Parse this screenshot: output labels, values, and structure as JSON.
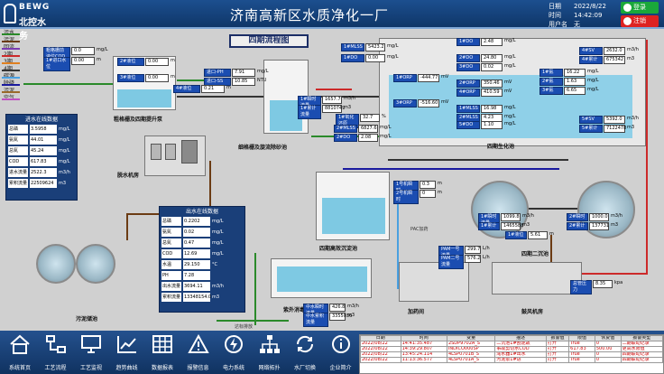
{
  "header": {
    "logo_top": "BEWG",
    "logo_bottom": "北控水务",
    "title": "济南高新区水质净化一厂",
    "date_label": "日期",
    "date": "2022/8/22",
    "time_label": "时间",
    "time": "14:42:09",
    "user_label": "用户名",
    "user": "无",
    "login": "登录",
    "logout": "注销"
  },
  "legend": [
    {
      "label": "污水",
      "color": "#2a8a2a"
    },
    {
      "label": "污泥",
      "color": "#6b3b13"
    },
    {
      "label": "回流",
      "color": "#7b3bb0"
    },
    {
      "label": "2期",
      "color": "#cc2a2a"
    },
    {
      "label": "3期",
      "color": "#e08020"
    },
    {
      "label": "4期",
      "color": "#333333"
    },
    {
      "label": "碳源",
      "color": "#4aa0e0"
    },
    {
      "label": "除磷",
      "color": "#1a1a9e"
    },
    {
      "label": "污泥",
      "color": "#9b6b2b"
    },
    {
      "label": "空气",
      "color": "#c050c0"
    }
  ],
  "flowchart_title": "四期流程图",
  "top_readings": [
    {
      "label": "粗格栅前液位COD",
      "value": "0.0",
      "unit": "mg/L"
    },
    {
      "label": "1#进口水位",
      "value": "0.00",
      "unit": "m"
    },
    {
      "label": "2#液位",
      "value": "0.00",
      "unit": "m"
    },
    {
      "label": "3#液位",
      "value": "0.00",
      "unit": "m"
    },
    {
      "label": "进口-PH",
      "value": "7.91",
      "unit": "mg/L"
    },
    {
      "label": "进口-SS",
      "value": "10.85",
      "unit": "NTU"
    },
    {
      "label": "4#液位",
      "value": "0.21",
      "unit": "m"
    }
  ],
  "mid_readings": [
    {
      "label": "1#MLSS",
      "value": "5423.2",
      "unit": "mg/L"
    },
    {
      "label": "1#DO",
      "value": "0.00",
      "unit": "mg/L"
    },
    {
      "label": "1#瞬时流量",
      "value": "1657.7",
      "unit": "m3/h"
    },
    {
      "label": "1#累计流量",
      "value": "8810749",
      "unit": "m3"
    },
    {
      "label": "1#氧化还原",
      "value": "32.7",
      "unit": "%"
    },
    {
      "label": "2#MLSS",
      "value": "6827.6",
      "unit": "mg/L"
    },
    {
      "label": "2#DO",
      "value": "2.08",
      "unit": "mg/L"
    }
  ],
  "bio_readings": [
    {
      "label": "1#DO",
      "value": "2.48",
      "unit": "mg/L"
    },
    {
      "label": "2#DO",
      "value": "24.80",
      "unit": "mg/L"
    },
    {
      "label": "3#DO",
      "value": "0.02",
      "unit": "mg/L"
    },
    {
      "label": "1#ORP",
      "value": "-444.77",
      "unit": "mV"
    },
    {
      "label": "2#ORP",
      "value": "350.46",
      "unit": "mV"
    },
    {
      "label": "3#ORP",
      "value": "-516.60",
      "unit": "mV"
    },
    {
      "label": "4#ORP",
      "value": "410.59",
      "unit": "mV"
    },
    {
      "label": "1#MLSS",
      "value": "16.98",
      "unit": "mg/L"
    },
    {
      "label": "2#MLSS",
      "value": "4.23",
      "unit": "mg/L"
    },
    {
      "label": "5#DO",
      "value": "1.10",
      "unit": "mg/L"
    },
    {
      "label": "1#氨",
      "value": "16.22",
      "unit": "mg/L"
    },
    {
      "label": "2#氨",
      "value": "1.63",
      "unit": "mg/L"
    },
    {
      "label": "3#氨",
      "value": "6.65",
      "unit": "mg/L"
    },
    {
      "label": "4#SV",
      "value": "2632.0",
      "unit": "m3/h"
    },
    {
      "label": "4#累计",
      "value": "675342",
      "unit": "m3"
    },
    {
      "label": "5#SV",
      "value": "5392.0",
      "unit": "m3/h"
    },
    {
      "label": "5#累计",
      "value": "7122478",
      "unit": "m3"
    }
  ],
  "inflow_panel": {
    "title": "进水在线数据",
    "rows": [
      {
        "k": "总磷",
        "v": "3.5958",
        "u": "mg/L"
      },
      {
        "k": "氨氮",
        "v": "44.01",
        "u": "mg/L"
      },
      {
        "k": "总氮",
        "v": "45.24",
        "u": "mg/L"
      },
      {
        "k": "COD",
        "v": "617.83",
        "u": "mg/L"
      },
      {
        "k": "进水流量",
        "v": "2522.3",
        "u": "m3/h"
      },
      {
        "k": "累积流量",
        "v": "22509624",
        "u": "m3"
      }
    ]
  },
  "outflow_panel": {
    "title": "出水在线数据",
    "rows": [
      {
        "k": "总磷",
        "v": "0.2202",
        "u": "mg/L"
      },
      {
        "k": "氨氮",
        "v": "0.02",
        "u": "mg/L"
      },
      {
        "k": "总氮",
        "v": "0.47",
        "u": "mg/L"
      },
      {
        "k": "COD",
        "v": "12.69",
        "u": "mg/L"
      },
      {
        "k": "水温",
        "v": "29.150",
        "u": "°C"
      },
      {
        "k": "PH",
        "v": "7.28",
        "u": ""
      },
      {
        "k": "出水流量",
        "v": "3694.11",
        "u": "m3/h"
      },
      {
        "k": "累积流量",
        "v": "13348154.0",
        "u": "m3"
      }
    ]
  },
  "dosing_readings": [
    {
      "label": "1号机瞬时",
      "value": "0.3",
      "unit": "m"
    },
    {
      "label": "2号机瞬时",
      "value": "0",
      "unit": "m"
    },
    {
      "label": "PAM一号流量",
      "value": "299.7",
      "unit": "L/h"
    },
    {
      "label": "PAM二号流量",
      "value": "576.2",
      "unit": "L/h"
    },
    {
      "label": "中水瞬时流量",
      "value": "426.8",
      "unit": "m3/h"
    },
    {
      "label": "中水累积流量",
      "value": "3355036",
      "unit": "m3"
    }
  ],
  "clarifier_readings": [
    {
      "label": "1#瞬时流量",
      "value": "1099.8",
      "unit": "m3/h"
    },
    {
      "label": "1#累计",
      "value": "1465588",
      "unit": "m3"
    },
    {
      "label": "2#瞬时",
      "value": "1000.0",
      "unit": "m3/h"
    },
    {
      "label": "2#累计",
      "value": "137731",
      "unit": "m3"
    },
    {
      "label": "1#液位",
      "value": "5.61",
      "unit": "m"
    },
    {
      "label": "总管压力",
      "value": "8.35",
      "unit": "kpa"
    }
  ],
  "captions": {
    "coarse": "粗格栅及四期提升泵",
    "fine": "细格栅及旋流除砂池",
    "bio": "四期生化池",
    "dewater": "脱水机房",
    "dense": "四期高效沉淀池",
    "clar": "四期二沉池",
    "uv": "紫外消毒池",
    "dose": "加药间",
    "blower": "鼓风机房",
    "sludge": "污泥储池",
    "outfall": "达标排放",
    "pac": "PAC加药"
  },
  "nav": [
    {
      "label": "系统首页",
      "icon": "home-icon"
    },
    {
      "label": "工艺流程",
      "icon": "process-icon"
    },
    {
      "label": "工艺监视",
      "icon": "monitor-icon"
    },
    {
      "label": "趋势曲线",
      "icon": "trend-icon"
    },
    {
      "label": "数据报表",
      "icon": "table-icon"
    },
    {
      "label": "报警信息",
      "icon": "alarm-icon"
    },
    {
      "label": "电力系统",
      "icon": "power-icon"
    },
    {
      "label": "网络拓扑",
      "icon": "network-icon"
    },
    {
      "label": "水厂切换",
      "icon": "switch-icon"
    },
    {
      "label": "企业简介",
      "icon": "info-icon"
    }
  ],
  "alarms": {
    "headers": [
      "日期",
      "时间",
      "变量",
      "描述",
      "报警值",
      "限值",
      "恢复值",
      "报警类型"
    ],
    "rows": [
      [
        "2022/08/22",
        "14:41:35.487",
        "2SDP9702A_S",
        "二沉池1#刮泥故",
        "打开",
        "True",
        "0",
        "二期联动记录"
      ],
      [
        "2022/08/22",
        "14:39:29.807",
        "INDICO000SP",
        "事故剪切水COD",
        "打开",
        "617.83",
        "500.00",
        "更高水限值"
      ],
      [
        "2022/08/22",
        "13:45:24.114",
        "4LSP0701B_S",
        "滗水器1#出水",
        "打开",
        "True",
        "0",
        "四期联动记录"
      ],
      [
        "2022/08/22",
        "11:13:36.577",
        "4LSP0701A_S",
        "污泥泵1#进",
        "打开",
        "True",
        "0",
        "四期联动记录"
      ]
    ]
  }
}
